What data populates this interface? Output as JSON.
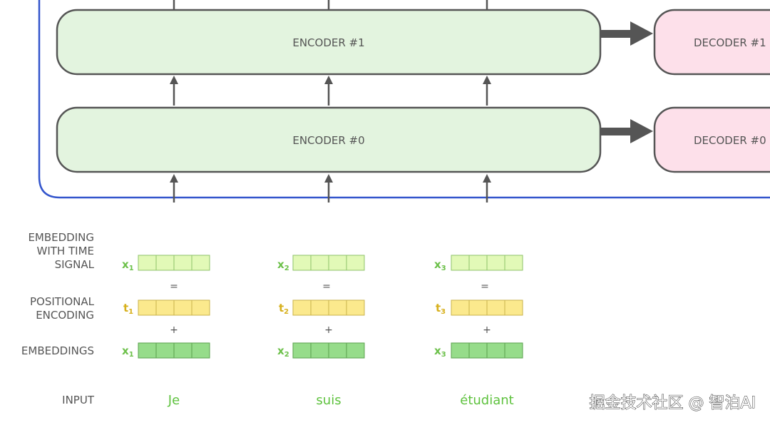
{
  "encoders": [
    {
      "label": "ENCODER #1"
    },
    {
      "label": "ENCODER #0"
    }
  ],
  "decoders": [
    {
      "label": "DECODER #1"
    },
    {
      "label": "DECODER #0"
    }
  ],
  "row_labels": {
    "embedding_with_time_signal": [
      "EMBEDDING",
      "WITH TIME",
      "SIGNAL"
    ],
    "positional_encoding": [
      "POSITIONAL",
      "ENCODING"
    ],
    "embeddings": "EMBEDDINGS",
    "input": "INPUT"
  },
  "symbols": {
    "equals": "=",
    "plus": "+"
  },
  "tokens": [
    {
      "word": "Je",
      "x_symbol": "x",
      "t_symbol": "t",
      "index": "1"
    },
    {
      "word": "suis",
      "x_symbol": "x",
      "t_symbol": "t",
      "index": "2"
    },
    {
      "word": "étudiant",
      "x_symbol": "x",
      "t_symbol": "t",
      "index": "3"
    }
  ],
  "colors": {
    "encoder_fill": "#e3f4df",
    "decoder_fill": "#fde0ea",
    "box_stroke": "#555555",
    "frame_stroke": "#3355cc",
    "embedding_time_fill": "#e2f9b7",
    "embedding_time_stroke": "#8ec26a",
    "positional_fill": "#fbe98d",
    "positional_stroke": "#c9b24a",
    "embedding_fill": "#96dc8a",
    "embedding_stroke": "#5aa04c",
    "word_color": "#5ec23e"
  },
  "watermark": "掘金技术社区 @ 智泊AI"
}
